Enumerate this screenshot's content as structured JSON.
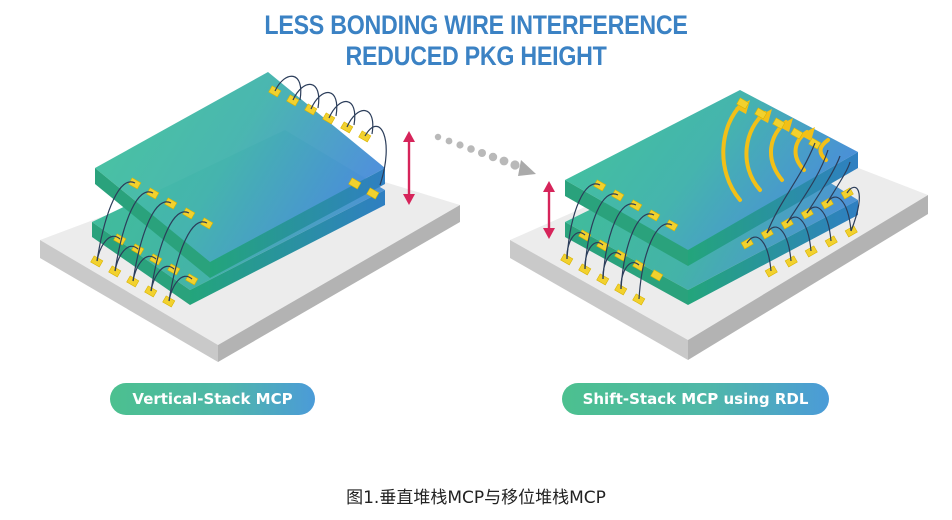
{
  "headline": {
    "line1": "LESS BONDING WIRE INTERFERENCE",
    "line2": "REDUCED PKG HEIGHT"
  },
  "labels": {
    "left": "Vertical-Stack MCP",
    "right": "Shift-Stack MCP using RDL"
  },
  "caption": "图1.垂直堆栈MCP与移位堆栈MCP",
  "colors": {
    "headline": "#3b82c4",
    "chip_green": "#3fbf9a",
    "chip_blue": "#4a92d6",
    "pad_yellow": "#f2d12e",
    "arrow_red": "#d6245a",
    "substrate": "#e6e6e6",
    "rdl_arrow": "#f2c018"
  },
  "icons": [
    "height-arrow-icon",
    "transition-arrow-icon",
    "rdl-arrow-icon"
  ]
}
